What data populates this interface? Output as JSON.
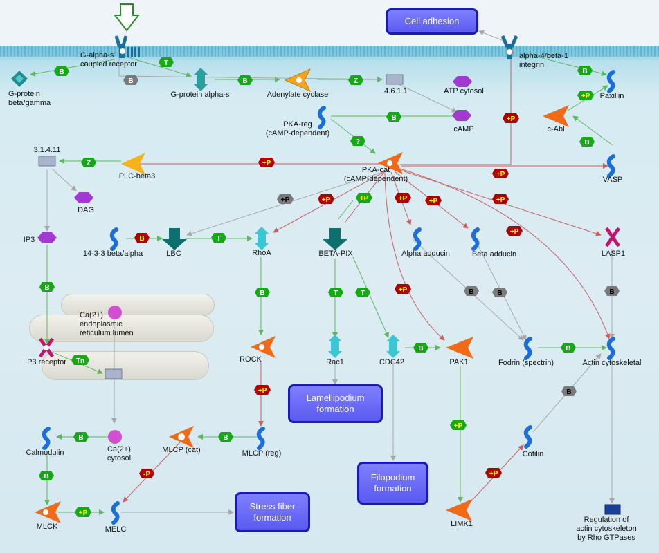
{
  "nodes": {
    "gas_receptor": "G-alpha-s\ncoupled receptor",
    "gprotein_bg": "G-protein\nbeta/gamma",
    "gprotein_as": "G-protein alpha-s",
    "adenylate_cyclase": "Adenylate cyclase",
    "enzyme_4611": "4.6.1.1",
    "atp": "ATP cytosol",
    "camp": "cAMP",
    "pka_reg": "PKA-reg\n(cAMP-dependent)",
    "pka_cat": "PKA-cat\n(cAMP-dependent)",
    "enzyme_31411": "3.1.4.11",
    "plc_beta3": "PLC-beta3",
    "dag": "DAG",
    "ip3": "IP3",
    "ip3_receptor": "IP3 receptor",
    "ca_er": "Ca(2+)\nendoplasmic\nreticulum lumen",
    "ca_cyt": "Ca(2+)\ncytosol",
    "calmodulin": "Calmodulin",
    "mlck": "MLCK",
    "melc": "MELC",
    "mlcp_cat": "MLCP (cat)",
    "mlcp_reg": "MLCP (reg)",
    "rock": "ROCK",
    "rhoa": "RhoA",
    "lbc": "LBC",
    "b1433": "14-3-3 beta/alpha",
    "beta_pix": "BETA-PIX",
    "rac1": "Rac1",
    "cdc42": "CDC42",
    "pak1": "PAK1",
    "limk1": "LIMK1",
    "cofilin": "Cofilin",
    "alpha_adducin": "Alpha adducin",
    "beta_adducin": "Beta adducin",
    "fodrin": "Fodrin (spectrin)",
    "actin": "Actin cytoskeletal",
    "lasp1": "LASP1",
    "integrin": "alpha-4/beta-1\nintegrin",
    "paxillin": "Paxillin",
    "cabl": "c-Abl",
    "vasp": "VASP",
    "regulation": "Regulation of\nactin cytoskeleton\nby Rho GTPases"
  },
  "boxes": {
    "cell_adhesion": "Cell adhesion",
    "lamellipodium": "Lamellipodium\nformation",
    "filopodium": "Filopodium\nformation",
    "stress_fiber": "Stress fiber\nformation"
  },
  "badges": {
    "b": "B",
    "t": "T",
    "z": "Z",
    "p": "+P",
    "m": "-P",
    "q": "?",
    "tn": "Tn"
  },
  "colors": {
    "binding_green": "#17a817",
    "phospho_red": "#b00000",
    "unknown_gray": "#7a7a7a",
    "activation_line": "#5db85d",
    "inhibition_line": "#c86060",
    "process_box": "#6060f8"
  }
}
